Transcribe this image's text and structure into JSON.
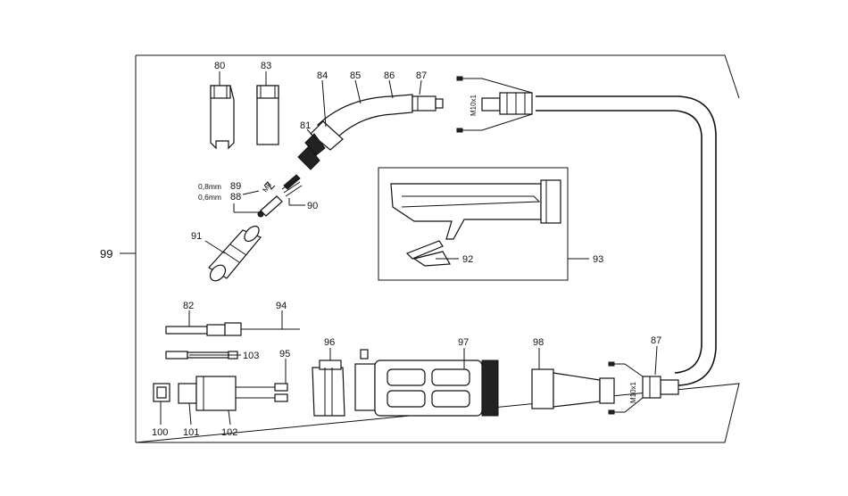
{
  "diagram": {
    "callouts": [
      {
        "id": "c80",
        "text": "80"
      },
      {
        "id": "c83",
        "text": "83"
      },
      {
        "id": "c84",
        "text": "84"
      },
      {
        "id": "c85",
        "text": "85"
      },
      {
        "id": "c86",
        "text": "86"
      },
      {
        "id": "c87a",
        "text": "87"
      },
      {
        "id": "c81",
        "text": "81"
      },
      {
        "id": "c89",
        "text": "89"
      },
      {
        "id": "c88",
        "text": "88"
      },
      {
        "id": "c90",
        "text": "90"
      },
      {
        "id": "c91",
        "text": "91"
      },
      {
        "id": "c92",
        "text": "92"
      },
      {
        "id": "c93",
        "text": "93"
      },
      {
        "id": "c99",
        "text": "99"
      },
      {
        "id": "c82",
        "text": "82"
      },
      {
        "id": "c94",
        "text": "94"
      },
      {
        "id": "c103",
        "text": "103"
      },
      {
        "id": "c95",
        "text": "95"
      },
      {
        "id": "c96",
        "text": "96"
      },
      {
        "id": "c97",
        "text": "97"
      },
      {
        "id": "c98",
        "text": "98"
      },
      {
        "id": "c87b",
        "text": "87"
      },
      {
        "id": "c100",
        "text": "100"
      },
      {
        "id": "c101",
        "text": "101"
      },
      {
        "id": "c102",
        "text": "102"
      }
    ],
    "size_labels": {
      "s08": "0,8mm",
      "s06": "0,6mm",
      "m6": "M6"
    },
    "thread_labels": {
      "top": "M10x1",
      "bottom": "M10x1"
    }
  }
}
